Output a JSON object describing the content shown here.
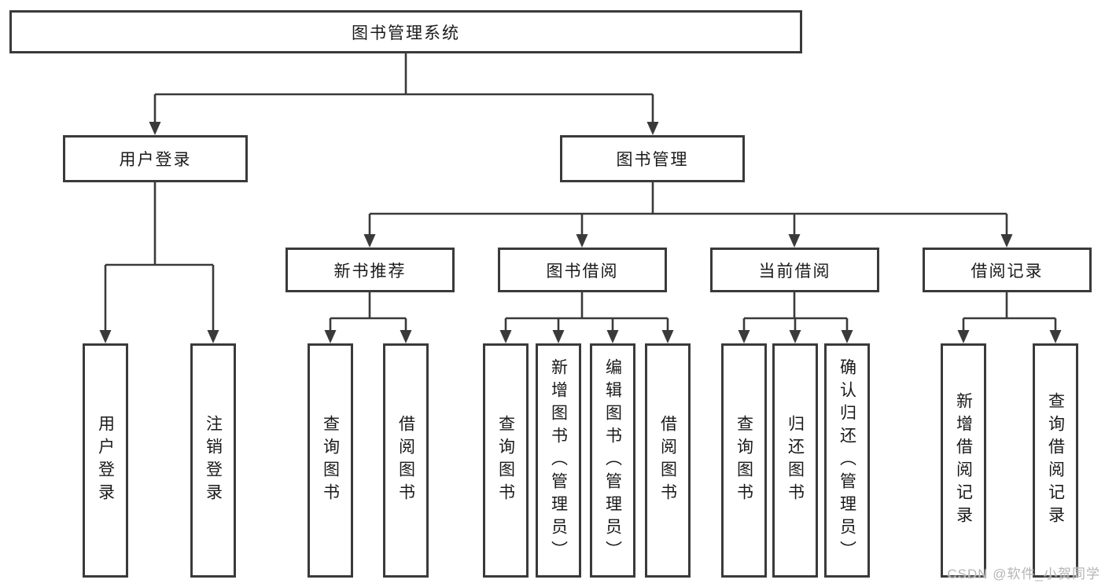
{
  "diagram": {
    "root": {
      "label": "图书管理系统"
    },
    "level2": [
      {
        "label": "用户登录"
      },
      {
        "label": "图书管理"
      }
    ],
    "level3": [
      {
        "label": "新书推荐"
      },
      {
        "label": "图书借阅"
      },
      {
        "label": "当前借阅"
      },
      {
        "label": "借阅记录"
      }
    ],
    "login_children": [
      {
        "label": "用户登录"
      },
      {
        "label": "注销登录"
      }
    ],
    "recommend_children": [
      {
        "label": "查询图书"
      },
      {
        "label": "借阅图书"
      }
    ],
    "borrow_children": [
      {
        "label": "查询图书"
      },
      {
        "label": "新增图书（管理员）"
      },
      {
        "label": "编辑图书（管理员）"
      },
      {
        "label": "借阅图书"
      }
    ],
    "current_children": [
      {
        "label": "查询图书"
      },
      {
        "label": "归还图书"
      },
      {
        "label": "确认归还（管理员）"
      }
    ],
    "record_children": [
      {
        "label": "新增借阅记录"
      },
      {
        "label": "查询借阅记录"
      }
    ]
  },
  "watermark": "CSDN @软件_小贺同学",
  "colors": {
    "line": "#3a3a3a",
    "text": "#1a1a1a",
    "watermark": "#b5b5b5",
    "background": "#ffffff"
  }
}
